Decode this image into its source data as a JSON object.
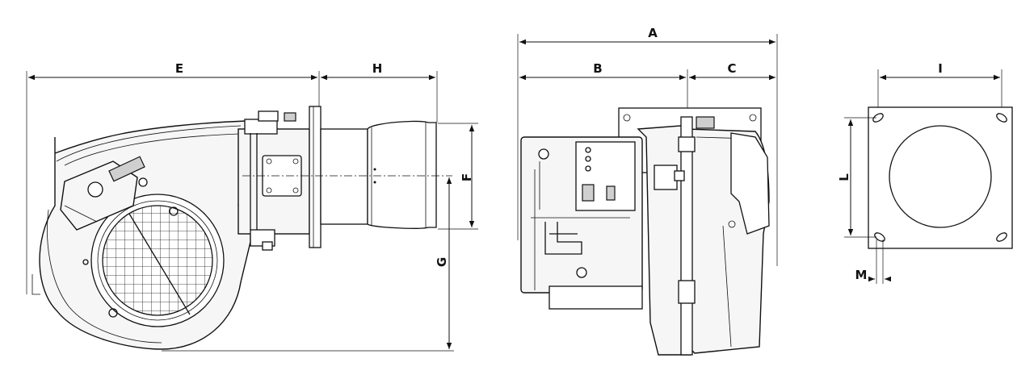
{
  "dimension_labels": {
    "E": "E",
    "H": "H",
    "F": "F",
    "G": "G",
    "A": "A",
    "B": "B",
    "C": "C",
    "I": "I",
    "L": "L",
    "M": "M"
  }
}
